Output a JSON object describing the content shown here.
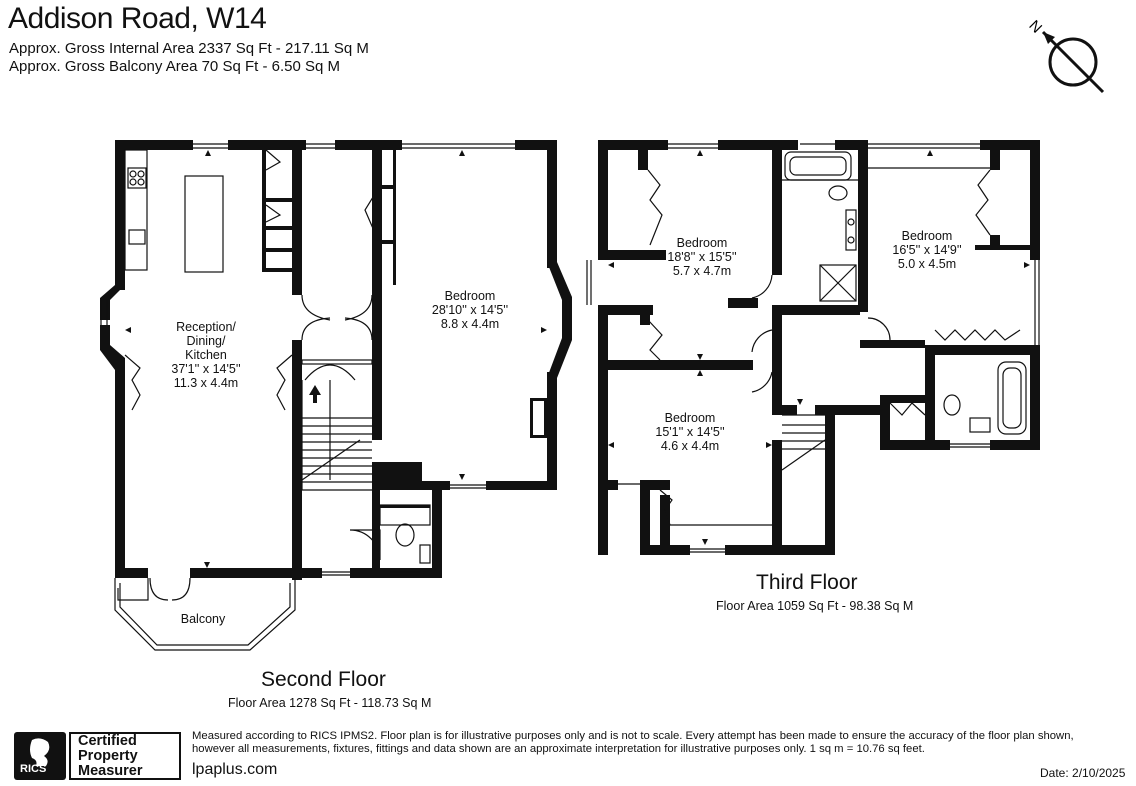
{
  "header": {
    "title": "Addison Road, W14",
    "internal_area": "Approx. Gross Internal Area 2337 Sq Ft - 217.11 Sq M",
    "balcony_area": "Approx. Gross Balcony Area 70 Sq Ft - 6.50 Sq M"
  },
  "compass": {
    "letter": "N",
    "icon": "north-compass-icon"
  },
  "second_floor": {
    "name": "Second Floor",
    "area": "Floor Area 1278 Sq Ft - 118.73 Sq M",
    "rooms": {
      "reception": {
        "line1": "Reception/",
        "line2": "Dining/",
        "line3": "Kitchen",
        "imperial": "37'1'' x 14'5''",
        "metric": "11.3 x 4.4m"
      },
      "bedroom": {
        "name": "Bedroom",
        "imperial": "28'10'' x 14'5''",
        "metric": "8.8 x 4.4m"
      },
      "balcony": {
        "name": "Balcony"
      }
    }
  },
  "third_floor": {
    "name": "Third Floor",
    "area": "Floor Area 1059 Sq Ft - 98.38 Sq M",
    "rooms": {
      "bedroom_a": {
        "name": "Bedroom",
        "imperial": "18'8'' x 15'5''",
        "metric": "5.7 x 4.7m"
      },
      "bedroom_b": {
        "name": "Bedroom",
        "imperial": "16'5'' x 14'9''",
        "metric": "5.0 x 4.5m"
      },
      "bedroom_c": {
        "name": "Bedroom",
        "imperial": "15'1'' x 14'5''",
        "metric": "4.6 x 4.4m"
      }
    }
  },
  "footer": {
    "disclaimer_line1": "Measured according to RICS IPMS2. Floor plan is for illustrative purposes only and is not to scale. Every attempt has been made to ensure the accuracy of the floor plan shown,",
    "disclaimer_line2": "however all measurements, fixtures, fittings and data shown are an approximate interpretation for illustrative purposes only. 1 sq m = 10.76 sq feet.",
    "website": "lpaplus.com",
    "date": "Date: 2/10/2025",
    "rics_word": "RICS",
    "cert_line1": "Certified",
    "cert_line2": "Property",
    "cert_line3": "Measurer"
  }
}
